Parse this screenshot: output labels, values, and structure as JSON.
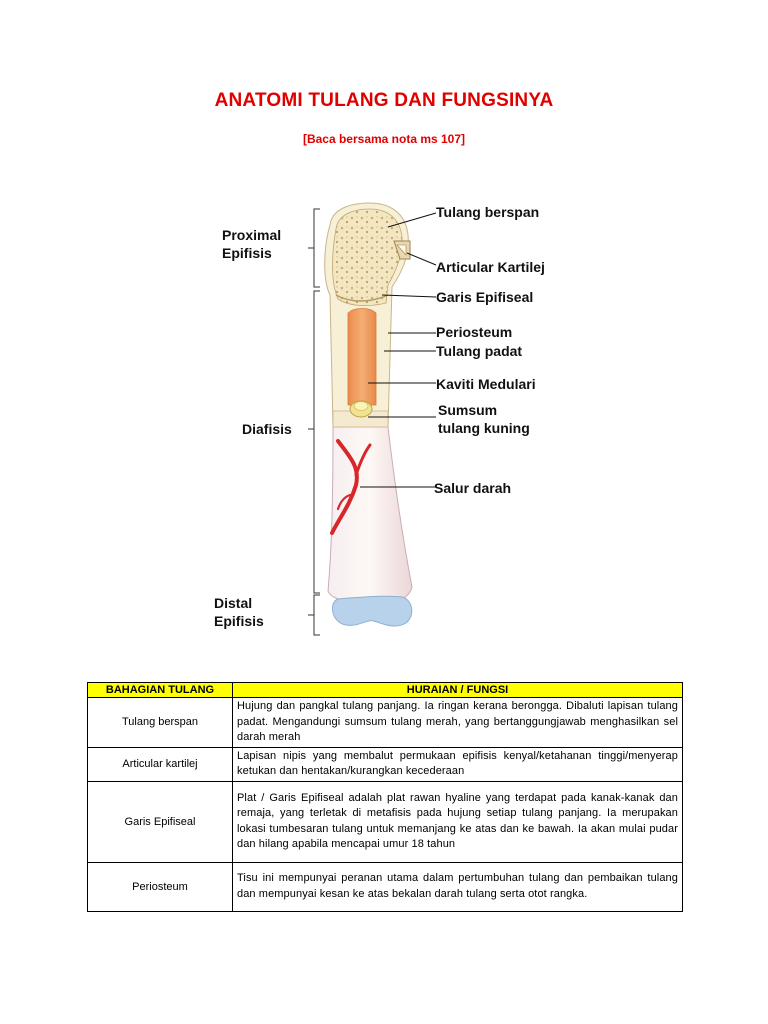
{
  "page": {
    "title": "ANATOMI TULANG DAN FUNGSINYA",
    "subtitle": "[Baca bersama nota ms 107]"
  },
  "diagram": {
    "labels": {
      "proximal_1": "Proximal",
      "proximal_2": "Epifisis",
      "diafisis": "Diafisis",
      "distal_1": "Distal",
      "distal_2": "Epifisis",
      "tulang_berspan": "Tulang berspan",
      "articular_kartilej": "Articular Kartilej",
      "garis_epifiseal": "Garis Epifiseal",
      "periosteum": "Periosteum",
      "tulang_padat": "Tulang padat",
      "kaviti_medulari": "Kaviti Medulari",
      "sumsum_1": "Sumsum",
      "sumsum_2": "tulang kuning",
      "salur_darah": "Salur darah"
    },
    "colors": {
      "spongy": "#f3e6c0",
      "compact": "#f7efd6",
      "marrow": "#f2a566",
      "cartilage": "#b7d2ea",
      "vessel": "#d9262a",
      "shaft_shadow": "#f0d8d8"
    }
  },
  "table": {
    "headers": [
      "BAHAGIAN TULANG",
      "HURAIAN / FUNGSI"
    ],
    "header_color": "#ffff00",
    "rows": [
      {
        "part": "Tulang berspan",
        "desc": "Hujung dan pangkal tulang panjang. Ia ringan kerana berongga. Dibaluti lapisan tulang padat. Mengandungi sumsum tulang merah, yang bertanggungjawab menghasilkan sel darah merah"
      },
      {
        "part": "Articular kartilej",
        "desc": "Lapisan nipis yang membalut permukaan epifisis kenyal/ketahanan tinggi/menyerap ketukan dan hentakan/kurangkan kecederaan"
      },
      {
        "part": "Garis Epifiseal",
        "desc": "Plat / Garis Epifiseal adalah plat rawan hyaline yang terdapat pada kanak-kanak dan remaja, yang terletak di metafisis pada hujung setiap tulang panjang. Ia merupakan lokasi tumbesaran tulang untuk memanjang ke atas dan ke bawah. Ia akan mulai pudar dan hilang apabila mencapai umur 18 tahun"
      },
      {
        "part": "Periosteum",
        "desc": "Tisu ini mempunyai peranan utama dalam pertumbuhan tulang dan pembaikan tulang dan mempunyai kesan ke atas bekalan darah tulang serta otot rangka."
      }
    ]
  }
}
